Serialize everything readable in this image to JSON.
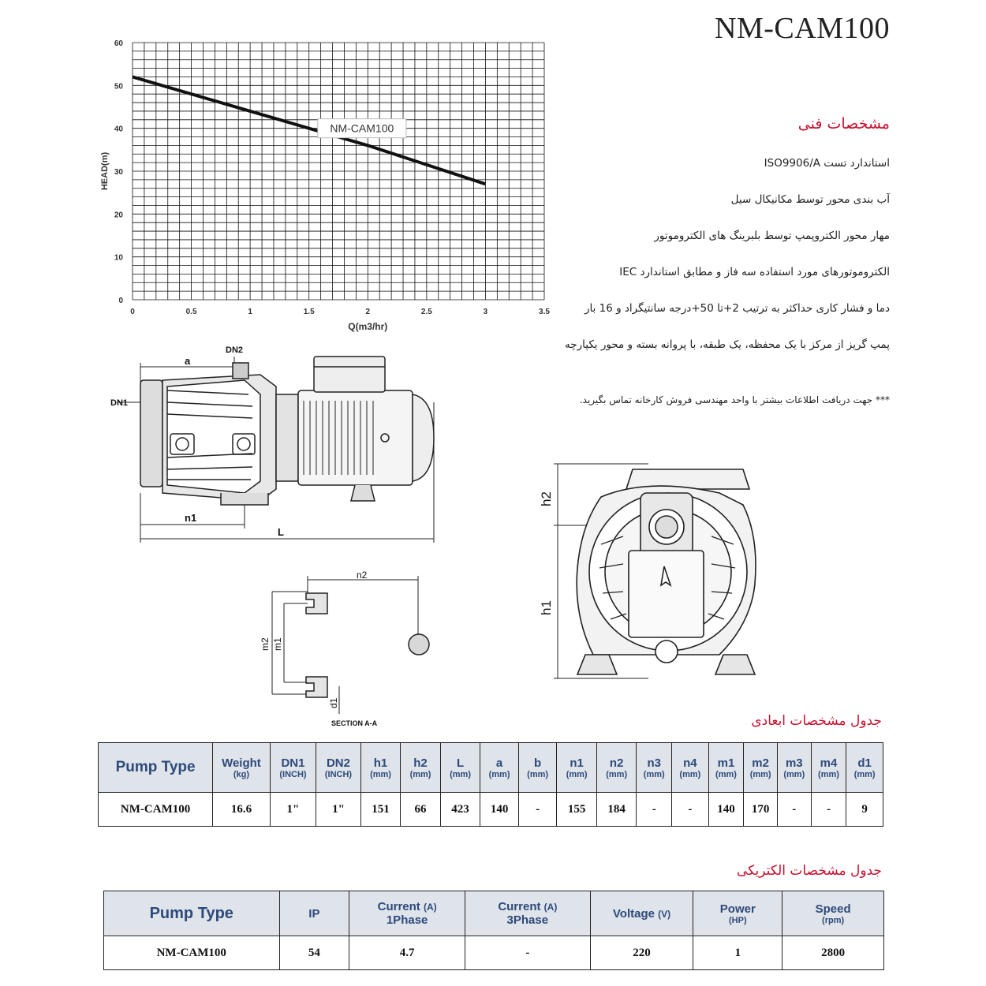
{
  "title": "NM-CAM100",
  "chart_data": {
    "type": "line",
    "xlabel": "Q(m3/hr)",
    "ylabel": "HEAD(m)",
    "xlim": [
      0,
      3.5
    ],
    "ylim": [
      0,
      60
    ],
    "x_ticks": [
      "0",
      "0.5",
      "1",
      "1.5",
      "2",
      "2.5",
      "3",
      "3.5"
    ],
    "y_ticks": [
      "0",
      "10",
      "20",
      "30",
      "40",
      "50",
      "60"
    ],
    "grid": true,
    "series": [
      {
        "name": "NM-CAM100",
        "x": [
          0,
          1,
          2,
          3
        ],
        "y": [
          52,
          44,
          36,
          27
        ]
      }
    ],
    "line_color": "#111111"
  },
  "specs": {
    "heading": "مشخصات فنی",
    "items": [
      "استاندارد تست ISO9906/A",
      "آب بندی محور توسط مکانیکال سیل",
      "مهار محور الکتروپمپ توسط بلبرینگ های الکتروموتور",
      "الکتروموتورهای مورد استفاده سه فاز و مطابق استاندارد IEC",
      "دما و فشار کاری حداکثر به ترتیب 2+تا 50+درجه سانتیگراد و 16 بار",
      "پمپ گریز از مرکز با یک محفظه، یک طبقه، با پروانه بسته و محور یکپارچه"
    ],
    "note": "*** جهت دریافت اطلاعات بیشتر با واحد مهندسی فروش کارخانه تماس بگیرید."
  },
  "drawing_labels": {
    "dn2": "DN2",
    "dn1": "DN1",
    "a": "a",
    "n1": "n1",
    "L": "L",
    "n2": "n2",
    "m2": "m2",
    "m1": "m1",
    "d1": "d1",
    "section": "SECTION A-A",
    "h2": "h2",
    "h1": "h1"
  },
  "dim_table": {
    "title": "جدول مشخصات ابعادی",
    "headers": [
      {
        "label": "Pump Type",
        "unit": ""
      },
      {
        "label": "Weight",
        "unit": "(kg)"
      },
      {
        "label": "DN1",
        "unit": "(INCH)"
      },
      {
        "label": "DN2",
        "unit": "(INCH)"
      },
      {
        "label": "h1",
        "unit": "(mm)"
      },
      {
        "label": "h2",
        "unit": "(mm)"
      },
      {
        "label": "L",
        "unit": "(mm)"
      },
      {
        "label": "a",
        "unit": "(mm)"
      },
      {
        "label": "b",
        "unit": "(mm)"
      },
      {
        "label": "n1",
        "unit": "(mm)"
      },
      {
        "label": "n2",
        "unit": "(mm)"
      },
      {
        "label": "n3",
        "unit": "(mm)"
      },
      {
        "label": "n4",
        "unit": "(mm)"
      },
      {
        "label": "m1",
        "unit": "(mm)"
      },
      {
        "label": "m2",
        "unit": "(mm)"
      },
      {
        "label": "m3",
        "unit": "(mm)"
      },
      {
        "label": "m4",
        "unit": "(mm)"
      },
      {
        "label": "d1",
        "unit": "(mm)"
      }
    ],
    "rows": [
      [
        "NM-CAM100",
        "16.6",
        "1\"",
        "1\"",
        "151",
        "66",
        "423",
        "140",
        "-",
        "155",
        "184",
        "-",
        "-",
        "140",
        "170",
        "-",
        "-",
        "9"
      ]
    ]
  },
  "elec_table": {
    "title": "جدول مشخصات الکتریکی",
    "headers": [
      {
        "label": "Pump Type",
        "unit": "",
        "sub": ""
      },
      {
        "label": "IP",
        "unit": "",
        "sub": ""
      },
      {
        "label": "Current",
        "unit": "(A)",
        "sub": "1Phase"
      },
      {
        "label": "Current",
        "unit": "(A)",
        "sub": "3Phase"
      },
      {
        "label": "Voltage",
        "unit": "(V)",
        "sub": ""
      },
      {
        "label": "Power",
        "unit": "",
        "sub": "(HP)"
      },
      {
        "label": "Speed",
        "unit": "",
        "sub": "(rpm)"
      }
    ],
    "rows": [
      [
        "NM-CAM100",
        "54",
        "4.7",
        "-",
        "220",
        "1",
        "2800"
      ]
    ]
  }
}
